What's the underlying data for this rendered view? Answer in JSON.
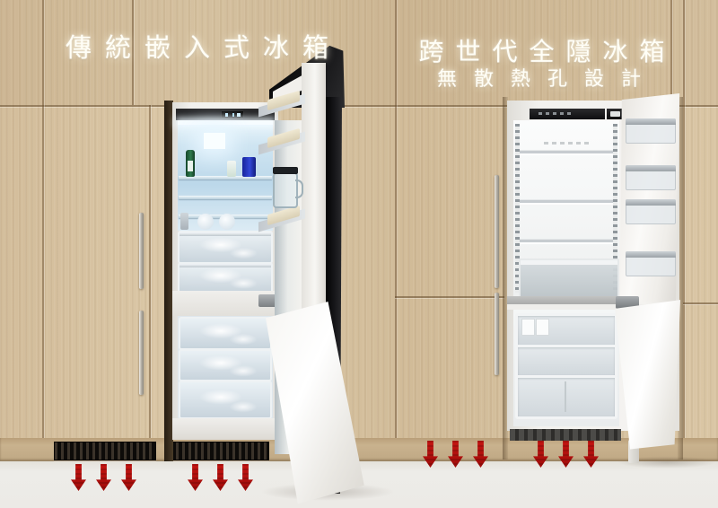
{
  "titles": {
    "left": "傳統嵌入式冰箱",
    "right": "跨世代全隱冰箱",
    "right_sub": "無散熱孔設計"
  },
  "colors": {
    "arrow_red": "#c41411",
    "wood": "#d6c1a0",
    "wood_dark": "#c9b28e",
    "floor": "#edece8",
    "grille": "#161310"
  },
  "left_unit": {
    "has_vent_grilles": true,
    "grille_count": 2,
    "airflow_arrow_groups": 2
  },
  "right_unit": {
    "has_vent_grilles": false,
    "airflow_arrow_groups": 2
  },
  "arrows": {
    "per_group": 3
  }
}
